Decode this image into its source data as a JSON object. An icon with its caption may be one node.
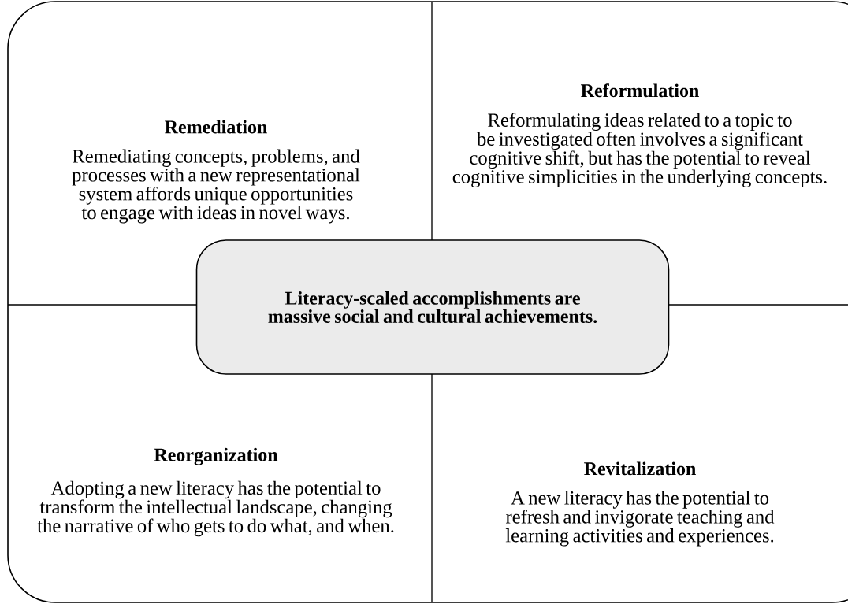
{
  "diagram": {
    "nodes": [
      {
        "text": [
          "Remediation",
          "Remediating concepts, problems, and processes with a new representational system affords unique opportunities to engage with ideas in novel ways."
        ]
      },
      {
        "text": [
          "Reformulation",
          "Reformulating ideas related to a topic to be investigated often involves a significant cognitive shift, but has the potential to reveal cognitive simplicities in the underlying concepts."
        ]
      },
      {
        "text": [
          "Literacy-scaled accomplishments are massive social and cultural achievements."
        ]
      },
      {
        "text": [
          "Reorganization",
          "Adopting a new literacy has the potential to transform the intellectual landscape, changing the narrative of who gets to do what, and when."
        ]
      },
      {
        "text": [
          "Revitalization",
          "A new literacy has the potential to refresh and invigorate teaching and learning activities and experiences."
        ]
      }
    ]
  }
}
